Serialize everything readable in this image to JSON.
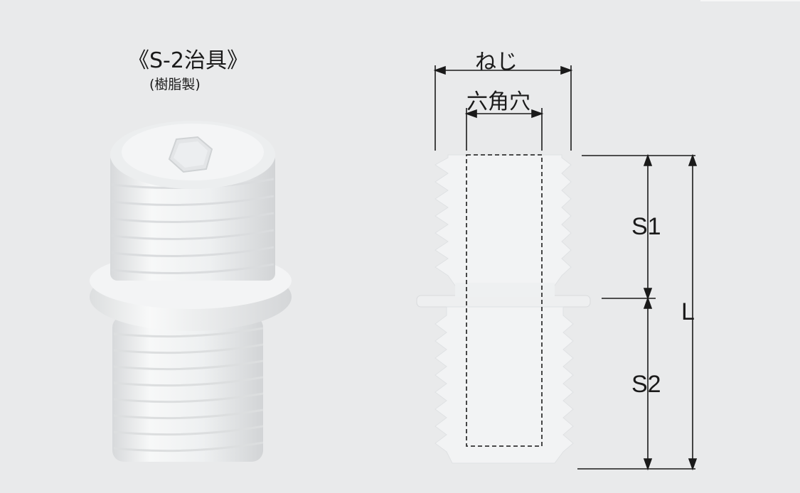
{
  "product": {
    "title": "《S-2治具》",
    "material": "(樹脂製)"
  },
  "dimensions": {
    "thread": "ねじ",
    "hex_hole": "六角穴",
    "s1": "S1",
    "s2": "S2",
    "length": "L"
  },
  "colors": {
    "background": "#e9eaeb",
    "part": "#f4f5f6",
    "part_shade": "#d6d8da",
    "line": "#1a1a1a"
  }
}
